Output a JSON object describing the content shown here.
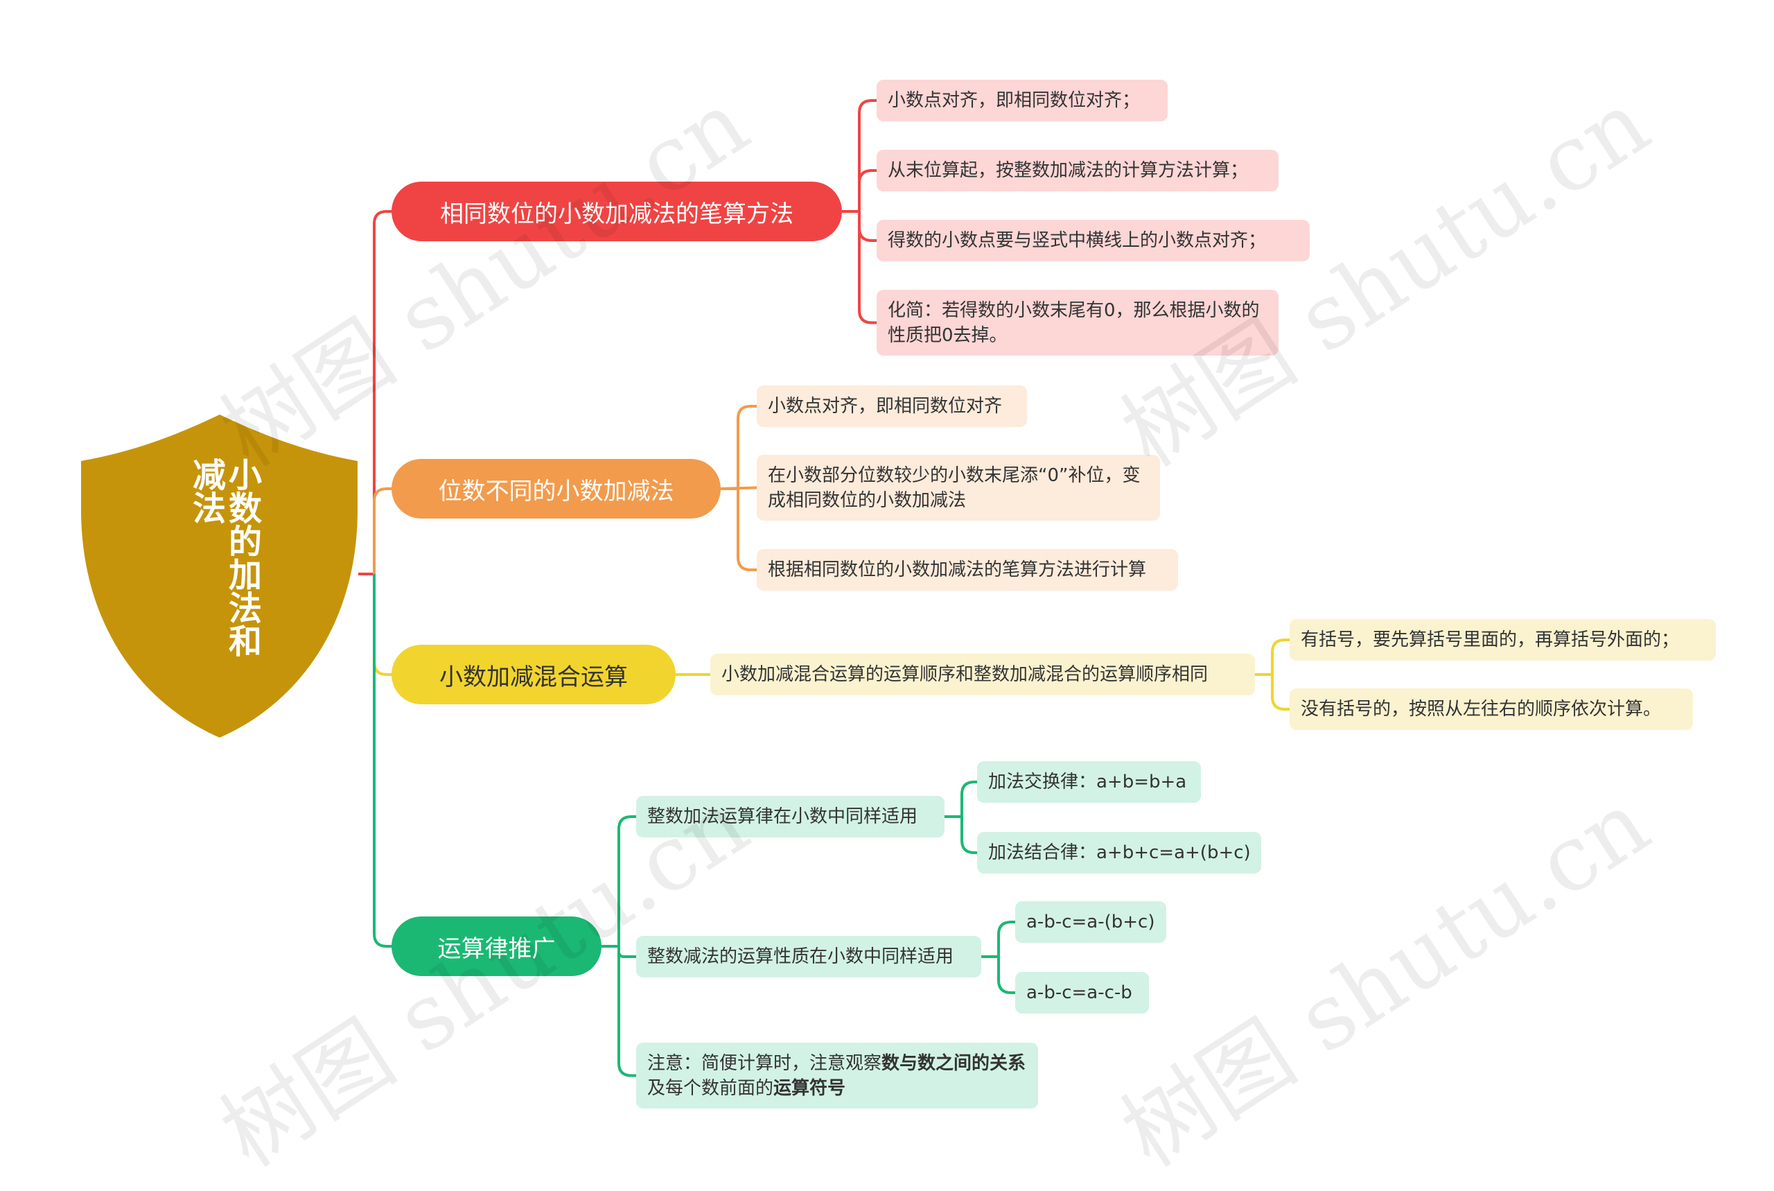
{
  "root": {
    "title": "小数的加法和减法",
    "color": "#c6940a"
  },
  "branches": [
    {
      "label": "相同数位的小数加减法的笔算方法",
      "color": "#f04444",
      "items": [
        "小数点对齐，即相同数位对齐；",
        "从末位算起，按整数加减法的计算方法计算；",
        "得数的小数点要与竖式中横线上的小数点对齐；",
        "化简：若得数的小数末尾有0，那么根据小数的性质把0去掉。"
      ]
    },
    {
      "label": "位数不同的小数加减法",
      "color": "#f29b4c",
      "items": [
        "小数点对齐，即相同数位对齐",
        "在小数部分位数较少的小数末尾添“0”补位，变成相同数位的小数加减法",
        "根据相同数位的小数加减法的笔算方法进行计算"
      ]
    },
    {
      "label": "小数加减混合运算",
      "color": "#f2d42e",
      "summary": "小数加减混合运算的运算顺序和整数加减混合的运算顺序相同",
      "items": [
        "有括号，要先算括号里面的，再算括号外面的；",
        "没有括号的，按照从左往右的顺序依次计算。"
      ]
    },
    {
      "label": "运算律推广",
      "color": "#1bb874",
      "groups": [
        {
          "label": "整数加法运算律在小数中同样适用",
          "items": [
            "加法交换律：a+b=b+a",
            "加法结合律：a+b+c=a+(b+c)"
          ]
        },
        {
          "label": "整数减法的运算性质在小数中同样适用",
          "items": [
            "a-b-c=a-(b+c)",
            "a-b-c=a-c-b"
          ]
        }
      ],
      "note": {
        "prefix": "注意：简便计算时，注意观察",
        "bold1": "数与数之间的关系",
        "middle": "及每个数前面的",
        "bold2": "运算符号"
      }
    }
  ],
  "watermark": "树图 shutu.cn"
}
